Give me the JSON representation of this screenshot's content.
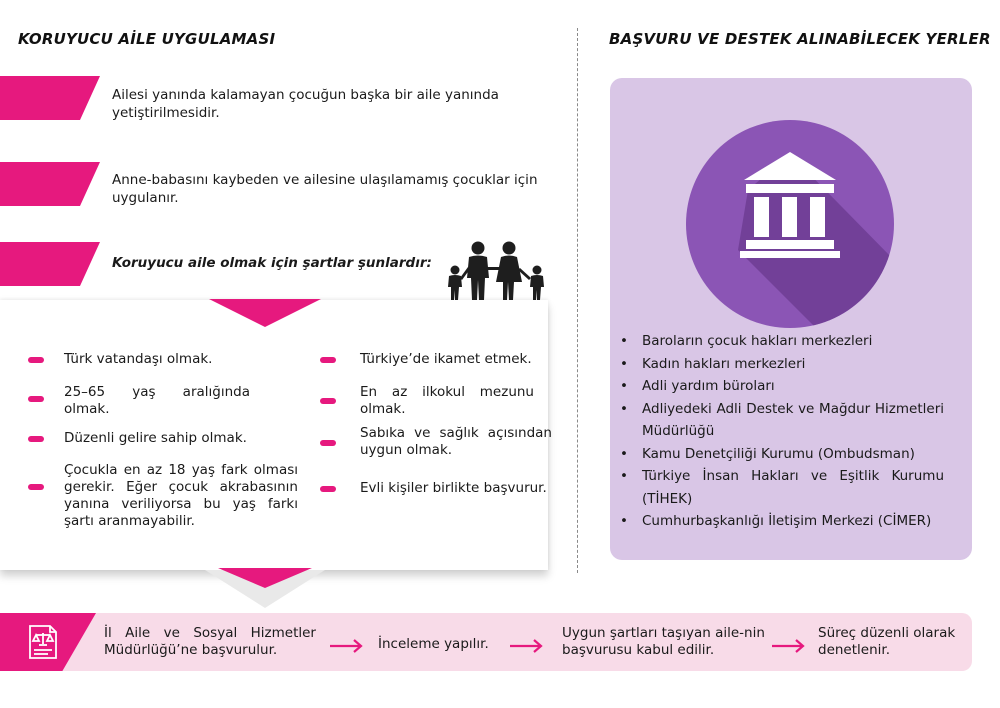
{
  "left": {
    "title": "KORUYUCU AİLE UYGULAMASI",
    "intro": [
      "Ailesi yanında kalamayan çocuğun başka bir aile yanında yetiştirilmesidir.",
      "Anne-babasını kaybeden ve ailesine ulaşılamamış çocuklar için uygulanır.",
      "Koruyucu aile olmak için şartlar şunlardır:"
    ],
    "conditions_left": [
      "Türk vatandaşı olmak.",
      "25–65 yaş aralığında olmak.",
      "Düzenli gelire sahip olmak.",
      "Çocukla en az 18 yaş fark olması gerekir. Eğer çocuk akrabasının yanına veriliyorsa bu yaş farkı şartı aranmayabilir."
    ],
    "conditions_right": [
      "Türkiye’de ikamet etmek.",
      "En az ilkokul mezunu olmak.",
      "Sabıka ve sağlık açısından uygun olmak.",
      "Evli kişiler birlikte başvurur."
    ]
  },
  "right": {
    "title": "BAŞVURU VE DESTEK ALINABİLECEK YERLER",
    "places": [
      "Baroların çocuk hakları merkezleri",
      "Kadın hakları merkezleri",
      "Adli yardım büroları",
      "Adliyedeki Adli Destek ve Mağdur Hizmetleri Müdürlüğü",
      "Kamu Denetçiliği Kurumu (Ombudsman)",
      "Türkiye İnsan Hakları ve Eşitlik Kurumu (TİHEK)",
      "Cumhurbaşkanlığı İletişim Merkezi (CİMER)"
    ]
  },
  "process": {
    "steps": [
      "İl Aile ve Sosyal Hizmetler Müdürlüğü’ne başvurulur.",
      "İnceleme yapılır.",
      "Uygun şartları taşıyan aile-nin başvurusu kabul edilir.",
      "Süreç düzenli olarak denetlenir."
    ]
  },
  "colors": {
    "accent": "#e6197e",
    "panel": "#d9c6e6",
    "circle": "#8b55b5",
    "process_bg": "#f8dbe8"
  },
  "icons": [
    "family-icon",
    "courthouse-icon",
    "document-justice-icon",
    "arrow-right-icon"
  ]
}
